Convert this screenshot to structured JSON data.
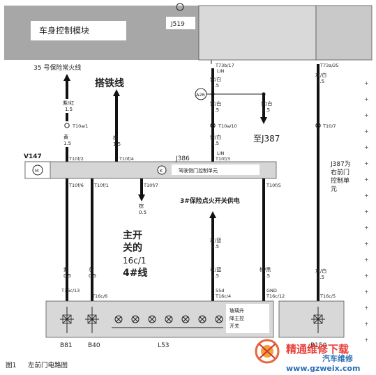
{
  "modules": {
    "body_module_label": "车身控制模块",
    "body_module_code": "J519",
    "door_unit_code": "J386",
    "door_unit_label": "驾驶侧门控制单元",
    "k_symbol": "K",
    "motor_label": "V147",
    "m_symbol": "M",
    "right_door_note": [
      "J387为",
      "右前门",
      "控制单",
      "元"
    ]
  },
  "labels": {
    "fuse35": "35 号保险常火线",
    "ground_wire": "搭铁线",
    "to_j387": "至J387",
    "fuse3_feed": "3#保险点火开关供电",
    "main_switch": [
      "主开",
      "关的",
      "16c/1",
      "4#线"
    ],
    "window_switch": [
      "玻璃升",
      "降主控",
      "开关"
    ],
    "b81": "B81",
    "b40": "B40",
    "l53": "L53",
    "b150": "B150",
    "a26": "A26",
    "lin": "LIN",
    "s5d": "55d",
    "gnd": "GND"
  },
  "pins": {
    "t73b17": "T73b/17",
    "t73a25": "T73a/25",
    "t10a1": "T10a/1",
    "t10a10": "T10a/10",
    "t10_7": "T10/7",
    "t10f2": "T10f/2",
    "t10f4": "T10f/4",
    "t10f3": "T10f/3",
    "t10f6": "T10f/6",
    "t10f1": "T10f/1",
    "t10f7": "T10f/7",
    "t10f5": "T10f/5",
    "t16c13": "T16c/13",
    "t16c6": "T16c/6",
    "t16c4": "T16c/4",
    "t16c12": "T16c/12",
    "t16c5": "T16c/5"
  },
  "wires": {
    "w1_top": [
      "紫/红",
      "1.5"
    ],
    "w1_low": [
      "黄",
      "1.5"
    ],
    "w2_low": [
      "棕",
      "1.5"
    ],
    "w3_top": [
      "紫/白",
      "0.5"
    ],
    "w3_mid": [
      "紫/白",
      "0.5"
    ],
    "w3_low": [
      "紫/白",
      "0.5"
    ],
    "w4": [
      "紫/白",
      "0.5"
    ],
    "w5_top": [
      "灰/白",
      "0.5"
    ],
    "w5_low": [
      "灰/白",
      "0.5"
    ],
    "c1": [
      "紫",
      "0.5"
    ],
    "c2": [
      "灰",
      "0.5"
    ],
    "c3": [
      "棕",
      "0.5"
    ],
    "c4_mid": [
      "灰/蓝",
      "0.5"
    ],
    "c4_low": [
      "灰/蓝",
      "0.5"
    ],
    "c5": [
      "棕/黑",
      "0.5"
    ],
    "c6": [
      "灰/白",
      "0.5"
    ]
  },
  "caption": {
    "fig": "图1",
    "text": "左前门电路图"
  },
  "watermark": {
    "main": "精通维修下载",
    "sub": "汽车维修",
    "url": "www.gzweix.com"
  }
}
